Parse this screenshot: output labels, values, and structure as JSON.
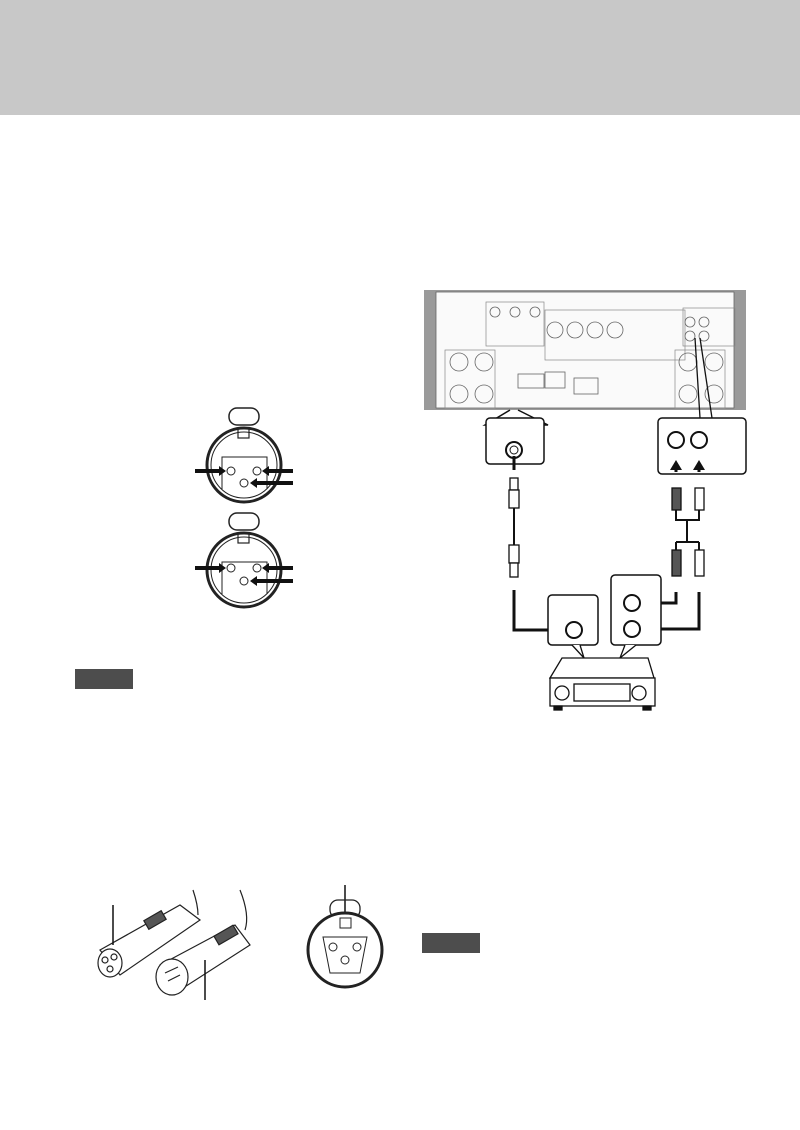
{
  "colors": {
    "header_band": "#c8c8c8",
    "note_badge": "#4d4d4d",
    "line_art": "#1a1a1a",
    "device_panel": "#ebebeb",
    "device_side": "#9a9a9a"
  },
  "icons": [
    "xlr-female-pinout",
    "xlr-male-pinout",
    "xlr-cable-pair",
    "xlr-connector-front",
    "amplifier-rear-panel",
    "av-receiver"
  ]
}
